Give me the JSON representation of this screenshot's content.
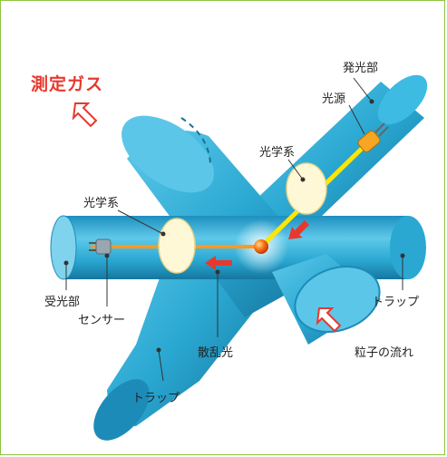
{
  "labels": {
    "gas": "測定ガス",
    "emitter": "発光部",
    "light_source": "光源",
    "optics_upper": "光学系",
    "optics_left": "光学系",
    "receiver": "受光部",
    "sensor": "センサー",
    "scatter": "散乱光",
    "trap_right": "トラップ",
    "trap_bottom": "トラップ",
    "flow": "粒子の流れ"
  },
  "colors": {
    "frame": "#8cc63f",
    "tube": "#2aa8d2",
    "tube_light": "#7fd3ec",
    "beam": "#ffe600",
    "beam_orange": "#ff9a1e",
    "accent_red": "#e8382d"
  }
}
